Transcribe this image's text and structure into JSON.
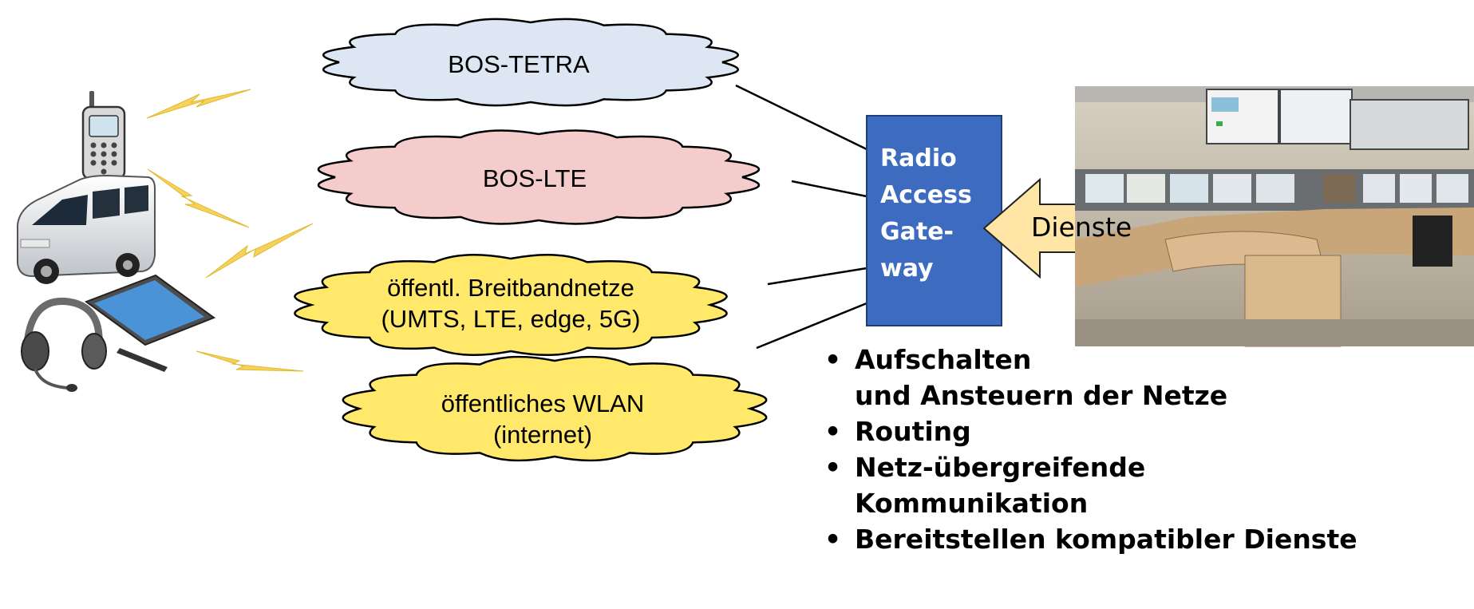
{
  "clouds": {
    "tetra": {
      "line1": "BOS-TETRA",
      "line2": ""
    },
    "lte": {
      "line1": "BOS-LTE",
      "line2": ""
    },
    "public_broadband": {
      "line1": "öffentl. Breitbandnetze",
      "line2": "(UMTS, LTE, edge, 5G)"
    },
    "public_wlan": {
      "line1": "öffentliches WLAN",
      "line2": "(internet)"
    }
  },
  "colors": {
    "tetra": "#dde6f3",
    "lte": "#f4cccc",
    "public": "#ffe86a",
    "gateway": "#3d6bbf",
    "arrow": "#ffe5a6",
    "lightning": "#f7d25a"
  },
  "gateway": {
    "lines": [
      "Radio",
      "Access",
      "Gate-",
      "way"
    ]
  },
  "arrow": {
    "label": "Dienste"
  },
  "tasks": {
    "bullet": "•",
    "items": [
      {
        "line1": "Aufschalten",
        "line2": "und Ansteuern der Netze"
      },
      {
        "line1": "Routing",
        "line2": ""
      },
      {
        "line1": "Netz-übergreifende",
        "line2": "Kommunikation"
      },
      {
        "line1": "Bereitstellen kompatibler Dienste",
        "line2": ""
      }
    ]
  },
  "icons": [
    "mobile-phone-icon",
    "van-icon",
    "tablet-icon",
    "headset-icon",
    "control-room-photo"
  ]
}
